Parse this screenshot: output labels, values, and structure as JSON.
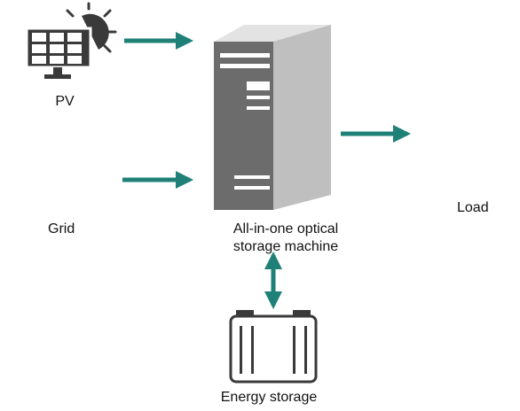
{
  "colors": {
    "arrow": "#1e8077",
    "server_front": "#6c6c6c",
    "server_side": "#bfbfbf",
    "server_top": "#e3e3e3",
    "icon_stroke": "#3a3a3a"
  },
  "nodes": {
    "pv": {
      "label": "PV",
      "icon": "solar-panel-icon"
    },
    "grid": {
      "label": "Grid"
    },
    "machine": {
      "label_line1": "All-in-one optical",
      "label_line2": "storage machine",
      "icon": "server-cabinet-icon"
    },
    "load": {
      "label": "Load"
    },
    "storage": {
      "label": "Energy storage",
      "icon": "battery-icon"
    }
  }
}
